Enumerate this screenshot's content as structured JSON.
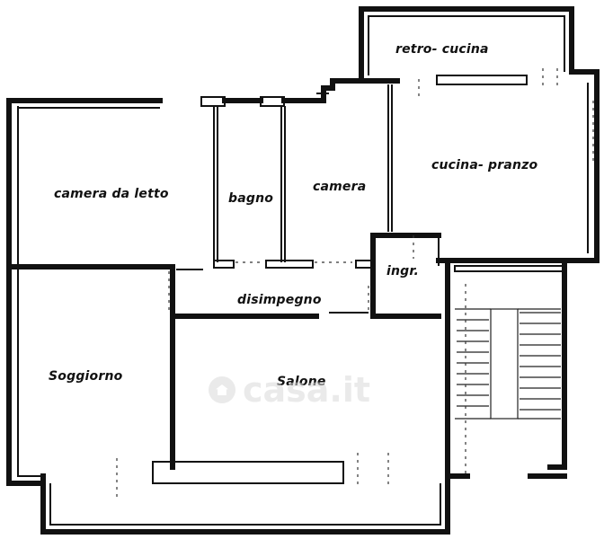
{
  "rooms": {
    "retro_cucina": "retro- cucina",
    "cucina_pranzo": "cucina- pranzo",
    "camera_da_letto": "camera da letto",
    "bagno": "bagno",
    "camera": "camera",
    "ingresso": "ingr.",
    "disimpegno": "disimpegno",
    "soggiorno": "Soggiorno",
    "salone": "Salone"
  },
  "watermark": {
    "text": "casa.it",
    "icon": "house-icon"
  },
  "colors": {
    "ink": "#111111",
    "background": "#ffffff",
    "watermark": "#d9d9d9"
  }
}
